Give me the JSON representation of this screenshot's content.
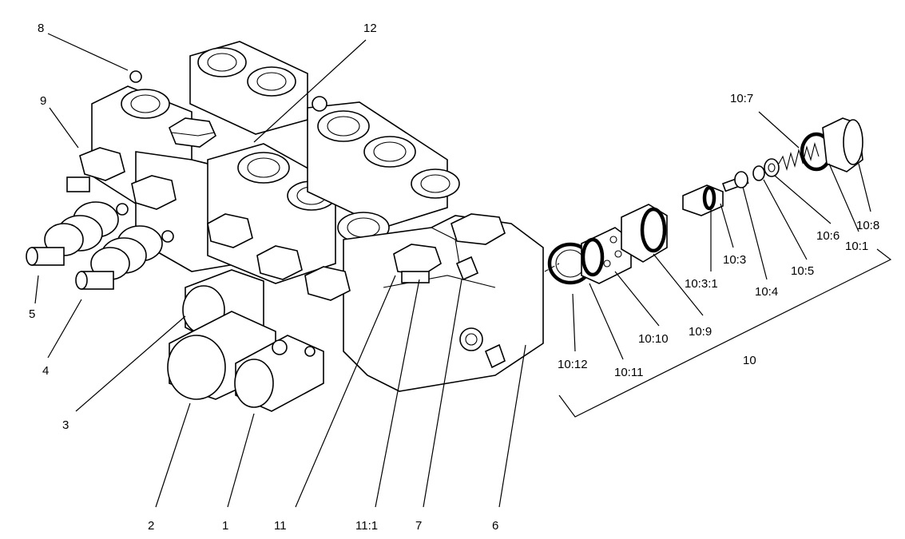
{
  "callouts": {
    "c1": "1",
    "c2": "2",
    "c3": "3",
    "c4": "4",
    "c5": "5",
    "c6": "6",
    "c7": "7",
    "c8": "8",
    "c9": "9",
    "c10": "10",
    "c11": "11",
    "c11_1": "11:1",
    "c12": "12",
    "c10_1": "10:1",
    "c10_3": "10:3",
    "c10_3_1": "10:3:1",
    "c10_4": "10:4",
    "c10_5": "10:5",
    "c10_6": "10:6",
    "c10_7": "10:7",
    "c10_8": "10:8",
    "c10_9": "10:9",
    "c10_10": "10:10",
    "c10_11": "10:11",
    "c10_12": "10:12"
  }
}
